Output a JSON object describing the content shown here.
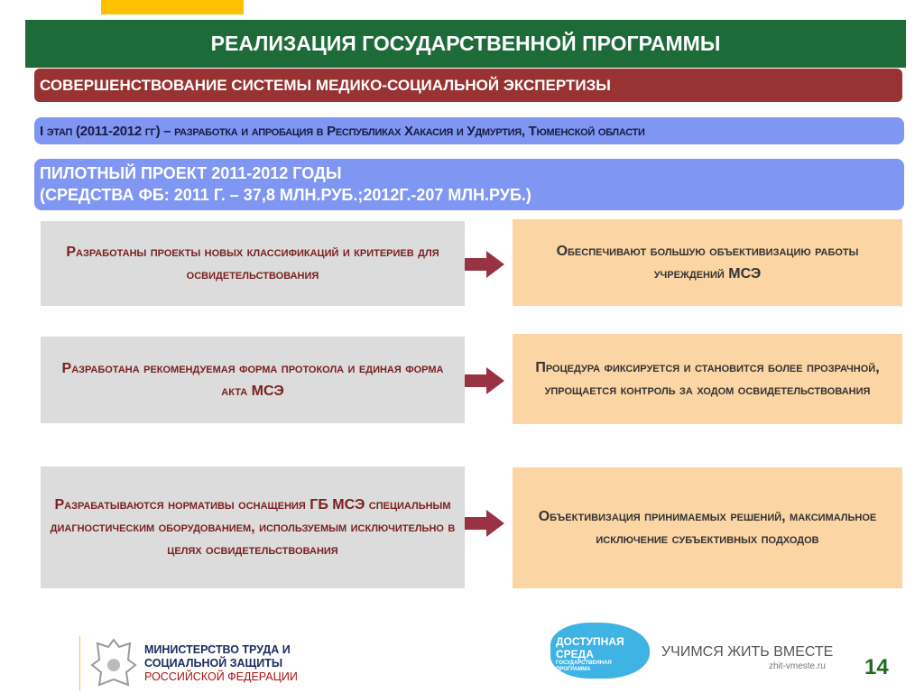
{
  "header": {
    "title": "РЕАЛИЗАЦИЯ ГОСУДАРСТВЕННОЙ ПРОГРАММЫ"
  },
  "subtitle": "СОВЕРШЕНСТВОВАНИЕ СИСТЕМЫ МЕДИКО-СОЦИАЛЬНОЙ ЭКСПЕРТИЗЫ",
  "stage": "I этап (2011-2012 гг) – разработка и апробация в Республиках Хакасия и Удмуртия, Тюменской области",
  "pilot": {
    "line1": "ПИЛОТНЫЙ ПРОЕКТ 2011-2012 ГОДЫ",
    "line2": "(СРЕДСТВА ФБ: 2011 Г. – 37,8 МЛН.РУБ.;2012Г.-207 МЛН.РУБ.)"
  },
  "rows": [
    {
      "left": "Разработаны проекты новых классификаций и критериев для освидетельствования",
      "right": "Обеспечивают большую объективизацию работы учреждений МСЭ"
    },
    {
      "left": "Разработана рекомендуемая форма протокола и единая форма акта МСЭ",
      "right": "Процедура фиксируется и становится более прозрачной, упрощается контроль за ходом освидетельствования"
    },
    {
      "left": "Разрабатываются нормативы оснащения ГБ МСЭ специальным диагностическим оборудованием, используемым исключительно в целях освидетельствования",
      "right": "Объективизация принимаемых решений, максимальное исключение субъективных подходов"
    }
  ],
  "footer": {
    "ministry1": "МИНИСТЕРСТВО ТРУДА И",
    "ministry2": "СОЦИАЛЬНОЙ ЗАЩИТЫ",
    "ministry3": "РОССИЙСКОЙ ФЕДЕРАЦИИ",
    "logo": "ДОСТУПНАЯ СРЕДА",
    "logo_sub": "ГОСУДАРСТВЕННАЯ ПРОГРАММА",
    "slogan": "УЧИМСЯ ЖИТЬ ВМЕСТЕ",
    "site": "zhit-vmeste.ru",
    "page": "14"
  }
}
